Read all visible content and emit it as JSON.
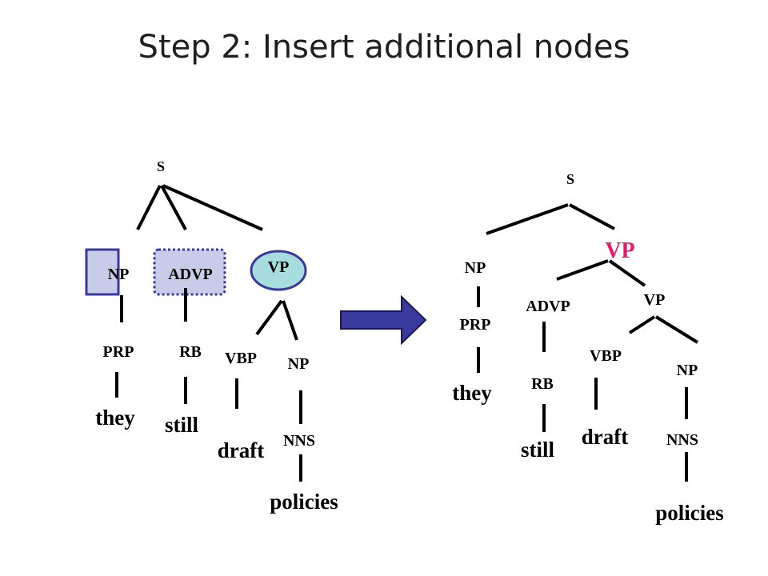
{
  "slide": {
    "title": "Step 2: Insert additional nodes"
  },
  "colors": {
    "np_box_fill": "#C8CCE8",
    "np_box_stroke": "#3A3A9C",
    "advp_box_fill": "#C8CCE8",
    "advp_box_stroke": "#3A3A9C",
    "vp_ellipse_fill": "#A8DDE0",
    "vp_ellipse_stroke": "#3A3A9C",
    "arrow_fill": "#3A3A9C",
    "new_vp": "#E8186A"
  },
  "left_tree": {
    "s": "S",
    "np": "NP",
    "advp": "ADVP",
    "vp": "VP",
    "prp": "PRP",
    "rb": "RB",
    "vbp": "VBP",
    "np2": "NP",
    "nns": "NNS",
    "they": "they",
    "still": "still",
    "draft": "draft",
    "policies": "policies"
  },
  "right_tree": {
    "s": "S",
    "np": "NP",
    "vp_new": "VP",
    "advp": "ADVP",
    "vp": "VP",
    "prp": "PRP",
    "rb": "RB",
    "vbp": "VBP",
    "np2": "NP",
    "nns": "NNS",
    "they": "they",
    "still": "still",
    "draft": "draft",
    "policies": "policies"
  }
}
